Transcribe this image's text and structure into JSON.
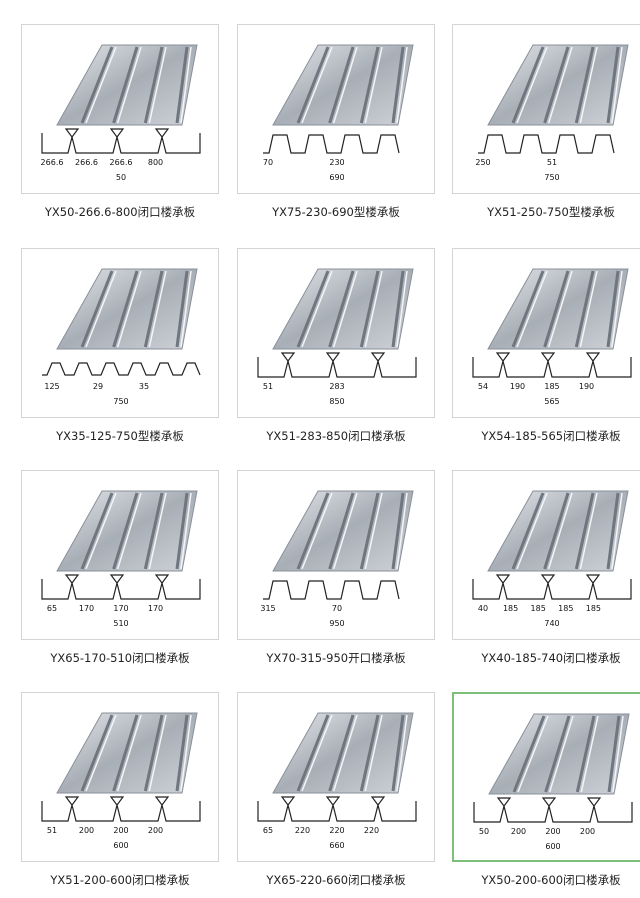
{
  "products": [
    {
      "caption": "YX50-266.6-800闭口楼承板",
      "dims": [
        "266.6",
        "266.6",
        "266.6",
        "800",
        "50"
      ],
      "style": "closed"
    },
    {
      "caption": "YX75-230-690型楼承板",
      "dims": [
        "70",
        "230",
        "690"
      ],
      "style": "open"
    },
    {
      "caption": "YX51-250-750型楼承板",
      "dims": [
        "250",
        "51",
        "750"
      ],
      "style": "open"
    },
    {
      "caption": "YX35-125-750型楼承板",
      "dims": [
        "125",
        "29",
        "35",
        "750"
      ],
      "style": "trap"
    },
    {
      "caption": "YX51-283-850闭口楼承板",
      "dims": [
        "51",
        "283",
        "850"
      ],
      "style": "closed"
    },
    {
      "caption": "YX54-185-565闭口楼承板",
      "dims": [
        "54",
        "190",
        "185",
        "190",
        "565"
      ],
      "style": "closed"
    },
    {
      "caption": "YX65-170-510闭口楼承板",
      "dims": [
        "65",
        "170",
        "170",
        "170",
        "510"
      ],
      "style": "closed"
    },
    {
      "caption": "YX70-315-950开口楼承板",
      "dims": [
        "315",
        "70",
        "950"
      ],
      "style": "open"
    },
    {
      "caption": "YX40-185-740闭口楼承板",
      "dims": [
        "40",
        "185",
        "185",
        "185",
        "185",
        "740"
      ],
      "style": "closed"
    },
    {
      "caption": "YX51-200-600闭口楼承板",
      "dims": [
        "51",
        "200",
        "200",
        "200",
        "600"
      ],
      "style": "closed"
    },
    {
      "caption": "YX65-220-660闭口楼承板",
      "dims": [
        "65",
        "220",
        "220",
        "220",
        "660"
      ],
      "style": "closed"
    },
    {
      "caption": "YX50-200-600闭口楼承板",
      "dims": [
        "50",
        "200",
        "200",
        "200",
        "600"
      ],
      "style": "closed"
    }
  ]
}
